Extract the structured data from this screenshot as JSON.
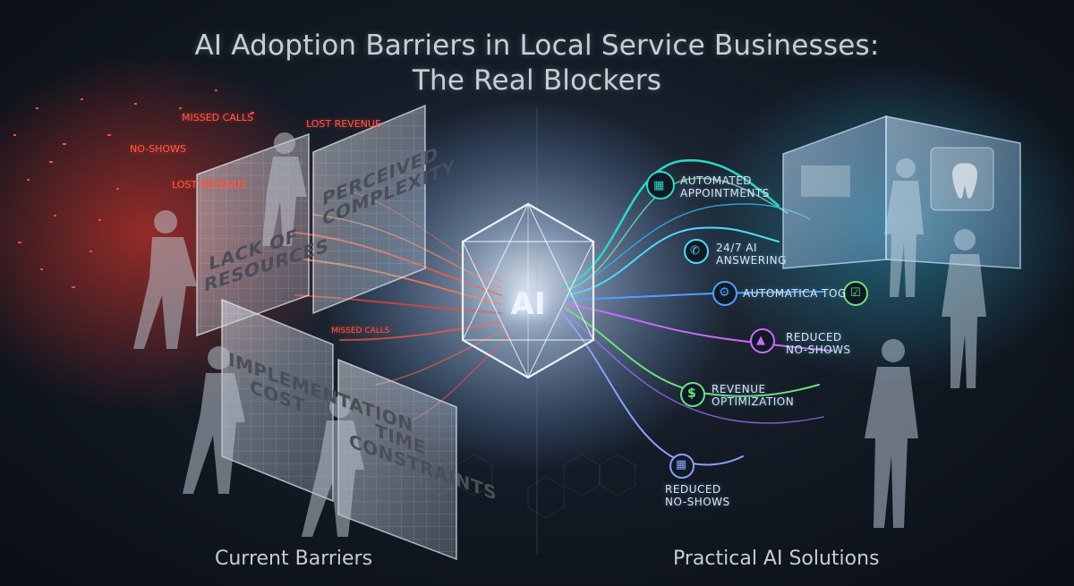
{
  "title": {
    "line1": "AI Adoption Barriers in Local Service Businesses:",
    "line2": "The Real Blockers"
  },
  "barrier_tags": [
    "MISSED CALLS",
    "LOST REVENUE",
    "NO-SHOWS",
    "LOST REVENUE",
    "MISSED CALLS"
  ],
  "barrier_panels": [
    "LACK OF RESOURCES",
    "PERCEIVED COMPLEXITY",
    "IMPLEMENTATION COST",
    "TIME CONSTRAINTS"
  ],
  "core_label": "AI",
  "solutions": [
    {
      "line1": "AUTOMATED",
      "line2": "APPOINTMENTS",
      "icon": "calendar-icon",
      "color": "#2fd6c8"
    },
    {
      "line1": "24/7 AI",
      "line2": "ANSWERING",
      "icon": "phone-icon",
      "color": "#4fd9ff"
    },
    {
      "line1": "AUTOMATICA TOG",
      "line2": "",
      "icon": "gear-icon",
      "color": "#4fa0ff"
    },
    {
      "line1": "REDUCED",
      "line2": "NO-SHOWS",
      "icon": "chart-icon",
      "color": "#c86bff"
    },
    {
      "line1": "REVENUE",
      "line2": "OPTIMIZATION",
      "icon": "dollar-icon",
      "color": "#6fe07a"
    },
    {
      "line1": "REDUCED",
      "line2": "NO-SHOWS",
      "icon": "calendar-icon",
      "color": "#8aa0ff"
    }
  ],
  "sections": {
    "left": "Current Barriers",
    "right": "Practical AI Solutions"
  },
  "colors": {
    "barrier_red": "#ff4a3a",
    "core_white": "#f4f8ff",
    "solution_teal": "#2fd6c8",
    "solution_purple": "#b35cff",
    "solution_green": "#5fe06a"
  }
}
